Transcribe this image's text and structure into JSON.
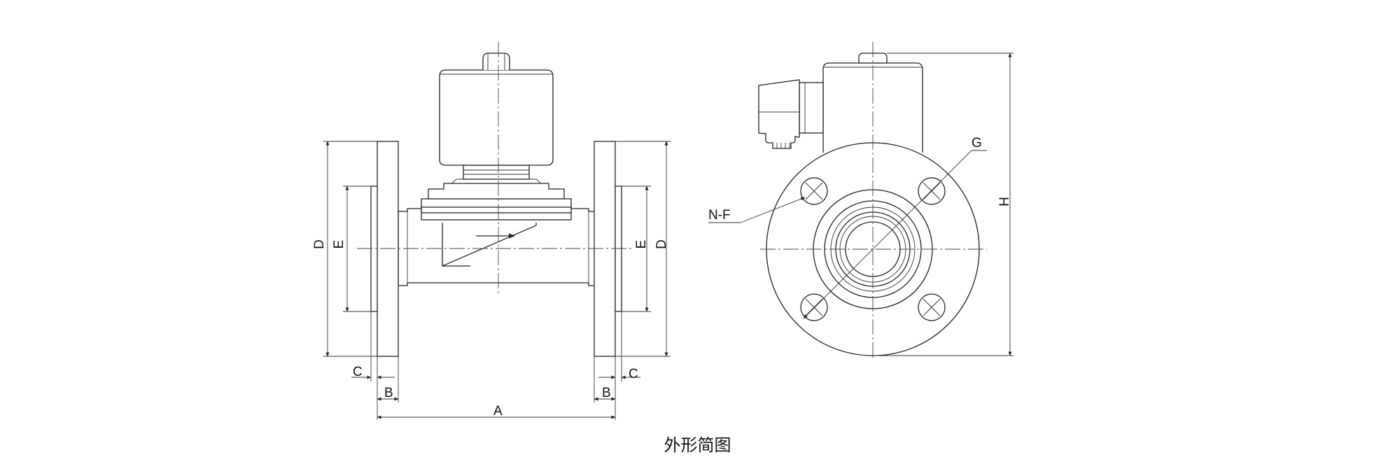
{
  "caption": "外形简图",
  "labels": {
    "A": "A",
    "B": "B",
    "C": "C",
    "D": "D",
    "E": "E",
    "G": "G",
    "H": "H",
    "NF": "N-F"
  }
}
